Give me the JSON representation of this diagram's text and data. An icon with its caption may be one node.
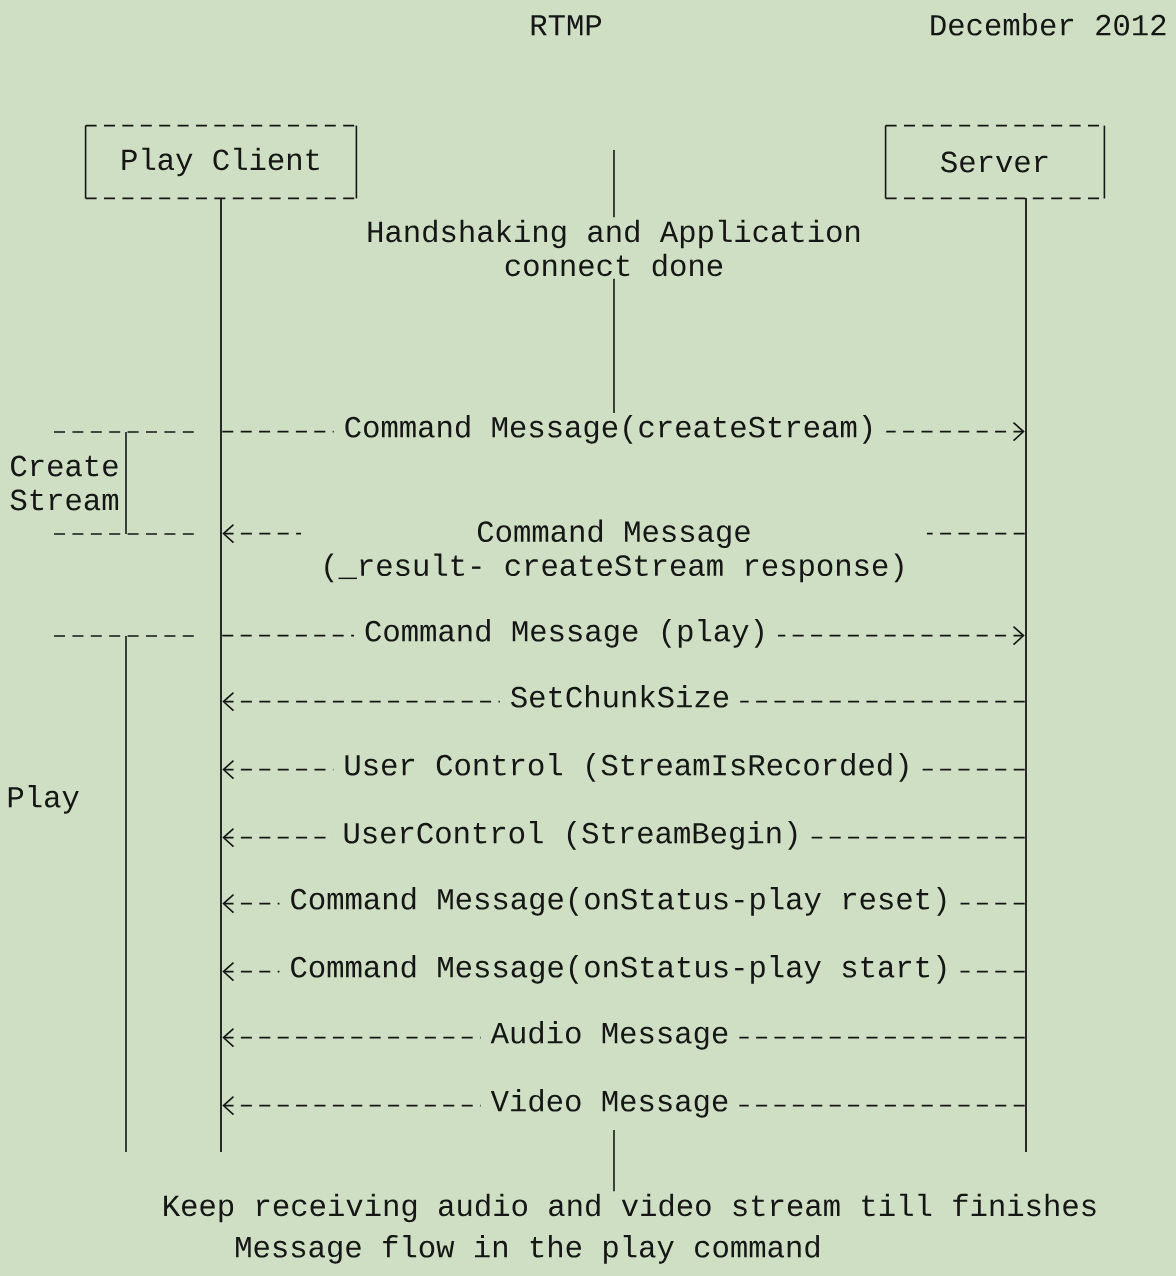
{
  "diagram": {
    "caption": "Message flow in the play command",
    "nodes": [
      {
        "text": [
          "Play Client"
        ]
      },
      {
        "text": [
          "Server"
        ]
      },
      {
        "text": [
          "Handshaking and Application connect done"
        ]
      },
      {
        "text": [
          "Keep receiving audio and video stream till finishes"
        ]
      },
      {
        "text": [],
        "shape": "bar"
      },
      {
        "text": [],
        "shape": "bar"
      }
    ],
    "edges": [
      {
        "from": null,
        "to": 2,
        "arrow": "none"
      },
      {
        "from": 2,
        "to": null,
        "arrow": "none"
      },
      {
        "from": 4,
        "to": 5,
        "arrow": "to",
        "label": "Command Message(createStream)",
        "style": "dashed"
      },
      {
        "from": 5,
        "to": 4,
        "arrow": "to",
        "label": "Command Message (_result- createStream response)",
        "style": "dashed"
      },
      {
        "from": 4,
        "to": 5,
        "arrow": "to",
        "label": "Command Message (play)",
        "style": "dashed"
      },
      {
        "from": 5,
        "to": 4,
        "arrow": "to",
        "label": "SetChunkSize",
        "style": "dashed"
      },
      {
        "from": 5,
        "to": 4,
        "arrow": "to",
        "label": "User Control (StreamIsRecorded)",
        "style": "dashed"
      },
      {
        "from": 5,
        "to": 4,
        "arrow": "to",
        "label": "UserControl (StreamBegin)",
        "style": "dashed"
      },
      {
        "from": 5,
        "to": 4,
        "arrow": "to",
        "label": "Command Message(onStatus-play reset)",
        "style": "dashed"
      },
      {
        "from": 5,
        "to": 4,
        "arrow": "to",
        "label": "Command Message(onStatus-play start)",
        "style": "dashed"
      },
      {
        "from": 5,
        "to": 4,
        "arrow": "to",
        "label": "Audio Message",
        "style": "dashed"
      },
      {
        "from": 5,
        "to": 4,
        "arrow": "to",
        "label": "Video Message",
        "style": "dashed"
      },
      {
        "from": null,
        "to": 3,
        "arrow": "none"
      }
    ],
    "labels": [
      "RTMP",
      "December 2012",
      "Create Stream",
      "Play"
    ]
  }
}
